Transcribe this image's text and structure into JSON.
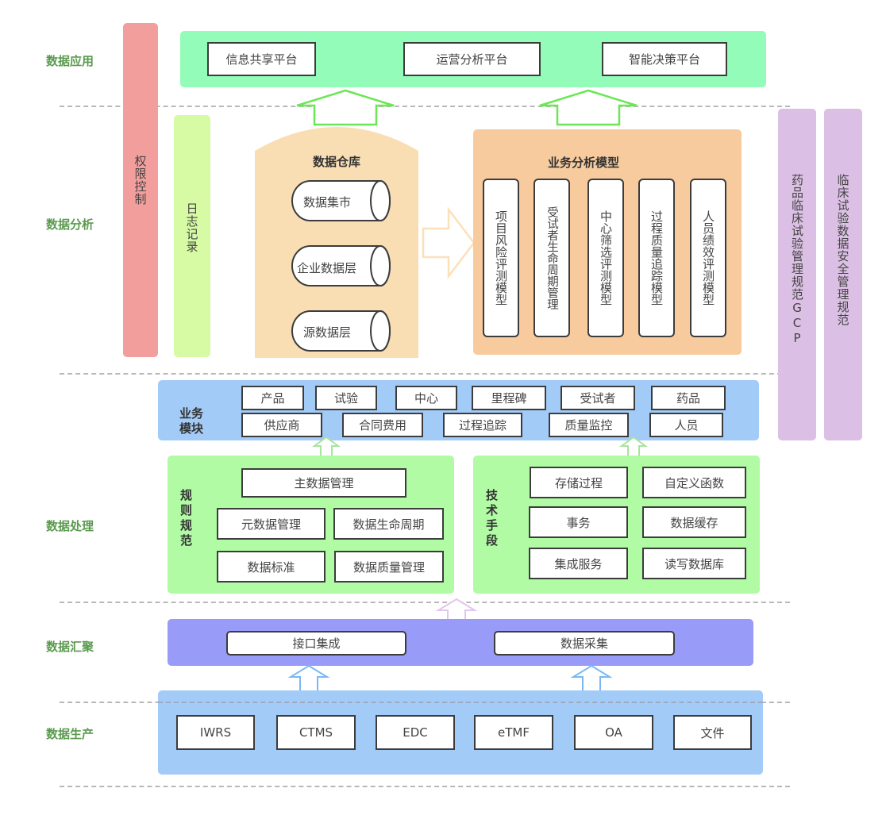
{
  "layers": {
    "application": "数据应用",
    "analysis": "数据分析",
    "processing": "数据处理",
    "aggregation": "数据汇聚",
    "production": "数据生产"
  },
  "side_bars": {
    "permission": "权限控制",
    "log": "日志记录",
    "gcp": "药品临床试验管理规范GCP",
    "security": "临床试验数据安全管理规范"
  },
  "application": {
    "platforms": [
      "信息共享平台",
      "运营分析平台",
      "智能决策平台"
    ]
  },
  "warehouse": {
    "title": "数据仓库",
    "layers": [
      "数据集市",
      "企业数据层",
      "源数据层"
    ]
  },
  "models": {
    "title": "业务分析模型",
    "items": [
      "项目风险评测模型",
      "受试者生命周期管理",
      "中心筛选评测模型",
      "过程质量追踪模型",
      "人员绩效评测模型"
    ]
  },
  "business": {
    "label": "业务模块",
    "row1": [
      "产品",
      "试验",
      "中心",
      "里程碑",
      "受试者",
      "药品"
    ],
    "row2": [
      "供应商",
      "合同费用",
      "过程追踪",
      "质量监控",
      "人员"
    ]
  },
  "rules": {
    "label": "规则规范",
    "master": "主数据管理",
    "items": [
      "元数据管理",
      "数据生命周期",
      "数据标准",
      "数据质量管理"
    ]
  },
  "tech": {
    "label": "技术手段",
    "items": [
      "存储过程",
      "自定义函数",
      "事务",
      "数据缓存",
      "集成服务",
      "读写数据库"
    ]
  },
  "aggregation": {
    "items": [
      "接口集成",
      "数据采集"
    ]
  },
  "production": {
    "sources": [
      "IWRS",
      "CTMS",
      "EDC",
      "eTMF",
      "OA",
      "文件"
    ]
  },
  "colors": {
    "layer_label": "#5a9a4e",
    "application_bg": "#94fcb9",
    "permission_bg": "#f29e9c",
    "log_bg": "#d6fba4",
    "warehouse_bg": "#f9deb4",
    "models_bg": "#f7cb9e",
    "standards_bg": "#dbbfe4",
    "business_bg": "#a3cbf7",
    "processing_bg": "#b0fba3",
    "aggregation_bg": "#989bf7",
    "production_bg": "#a3cbf7",
    "arrow_green": "#6be655",
    "arrow_light_green": "#a7e59b",
    "arrow_pink": "#e2c6ec",
    "arrow_blue": "#7ab8f5",
    "arrow_orange": "#fde0b9"
  }
}
